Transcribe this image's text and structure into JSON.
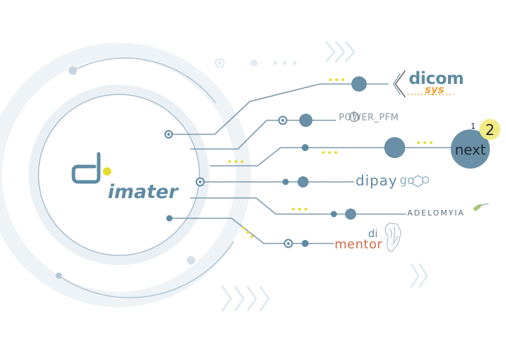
{
  "colors": {
    "primary": "#5f8aa3",
    "line": "#7c9aab",
    "accent_yellow": "#e8dc2e",
    "pale_ring": "#e6eef4",
    "chevron": "#dde8ef",
    "dicom_orange": "#f0a23a",
    "mentor_red": "#d9694a",
    "power_gray": "#8a9aa3"
  },
  "hub": {
    "logo_letter": "d",
    "logo_word": "imater"
  },
  "products": [
    {
      "id": "dicom",
      "title": "dicom",
      "subtitle": "sys",
      "icon": "chevron-left-icon"
    },
    {
      "id": "power-pfm",
      "title": "POWER_PFM",
      "icon": "power-icon"
    },
    {
      "id": "next",
      "title": "next",
      "badge_1": "1",
      "badge_2": "2"
    },
    {
      "id": "dipay",
      "title": "dipay",
      "tail": "go",
      "icon": "hexagon-icon"
    },
    {
      "id": "adelomyia",
      "title": "ADELOMYIA",
      "icon": "hummingbird-icon"
    },
    {
      "id": "dimentor",
      "title_top": "di",
      "title": "mentor",
      "icon": "brain-icon"
    }
  ]
}
